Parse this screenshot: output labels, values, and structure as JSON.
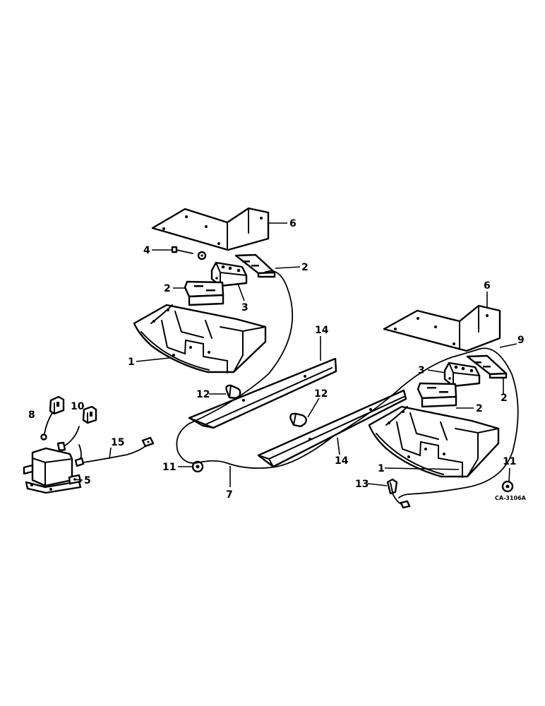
{
  "diagram": {
    "drawing_code": "CA-3106A",
    "callouts": {
      "c1a": "1",
      "c1b": "1",
      "c2a": "2",
      "c2b": "2",
      "c2c": "2",
      "c2d": "2",
      "c3a": "3",
      "c3b": "3",
      "c4": "4",
      "c5": "5",
      "c6a": "6",
      "c6b": "6",
      "c7": "7",
      "c8": "8",
      "c9": "9",
      "c10": "10",
      "c11a": "11",
      "c11b": "11",
      "c12a": "12",
      "c12b": "12",
      "c13": "13",
      "c14a": "14",
      "c14b": "14",
      "c15": "15"
    }
  }
}
